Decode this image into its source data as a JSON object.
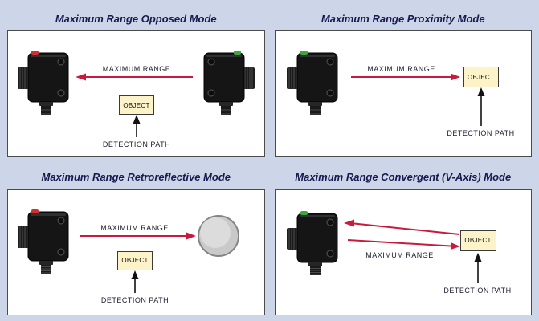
{
  "colors": {
    "page_background": "#ccd6e8",
    "panel_background": "#ffffff",
    "panel_border": "#4a4a4a",
    "title_text": "#191950",
    "beam": "#c81a3c",
    "object_fill": "#fcf4c8",
    "object_border": "#3a3a3a",
    "reflector_fill": "#c9c9c9",
    "reflector_border": "#848484",
    "indicator_red": "#d42f2f",
    "indicator_green": "#3fa53f",
    "detection_arrow": "#111111"
  },
  "panels": [
    {
      "title": "Maximum Range Opposed Mode",
      "range_label": "MAXIMUM RANGE",
      "object_label": "OBJECT",
      "path_label": "DETECTION PATH"
    },
    {
      "title": "Maximum Range Proximity Mode",
      "range_label": "MAXIMUM RANGE",
      "object_label": "OBJECT",
      "path_label": "DETECTION PATH"
    },
    {
      "title": "Maximum Range Retroreflective Mode",
      "range_label": "MAXIMUM RANGE",
      "object_label": "OBJECT",
      "path_label": "DETECTION PATH"
    },
    {
      "title": "Maximum Range Convergent (V-Axis) Mode",
      "range_label": "MAXIMUM RANGE",
      "object_label": "OBJECT",
      "path_label": "DETECTION PATH"
    }
  ]
}
